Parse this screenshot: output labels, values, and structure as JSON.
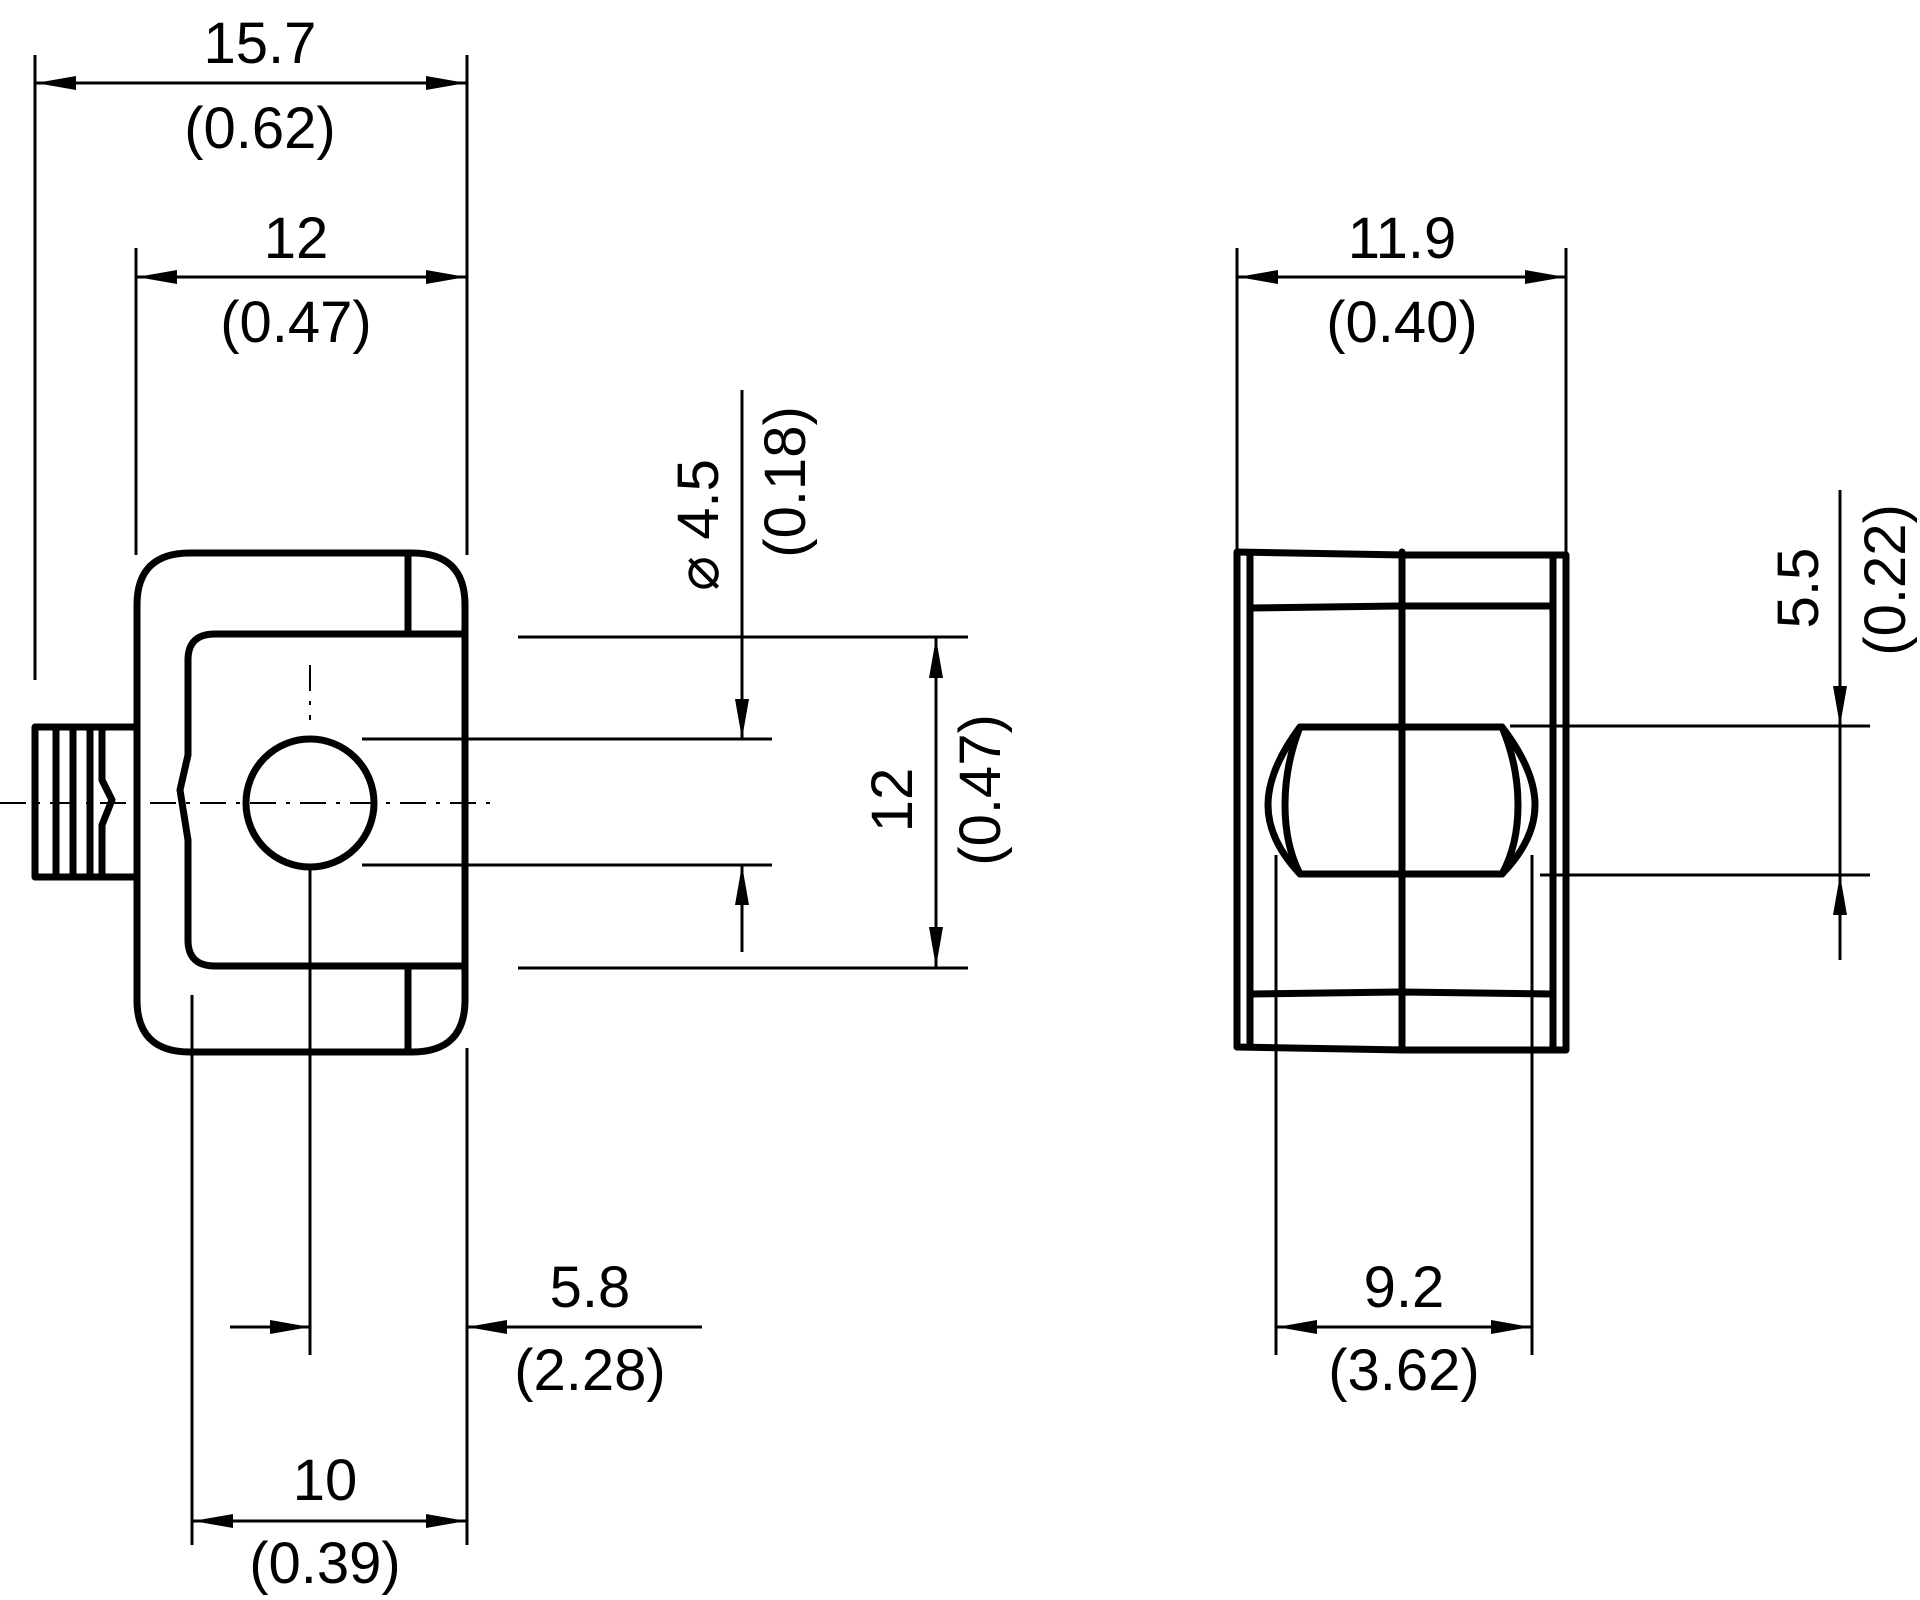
{
  "drawing": {
    "front_view": {
      "width_overall": {
        "value": "15.7",
        "inch": "(0.62)"
      },
      "width_body": {
        "value": "12",
        "inch": "(0.47)"
      },
      "hole_diameter": {
        "value": "⌀ 4.5",
        "inch": "(0.18)"
      },
      "height": {
        "value": "12",
        "inch": "(0.47)"
      },
      "hole_offset": {
        "value": "5.8",
        "inch": "(2.28)"
      },
      "width_bottom": {
        "value": "10",
        "inch": "(0.39)"
      }
    },
    "side_view": {
      "width": {
        "value": "11.9",
        "inch": "(0.40)"
      },
      "slot_height": {
        "value": "5.5",
        "inch": "(0.22)"
      },
      "slot_width": {
        "value": "9.2",
        "inch": "(3.62)"
      }
    }
  }
}
